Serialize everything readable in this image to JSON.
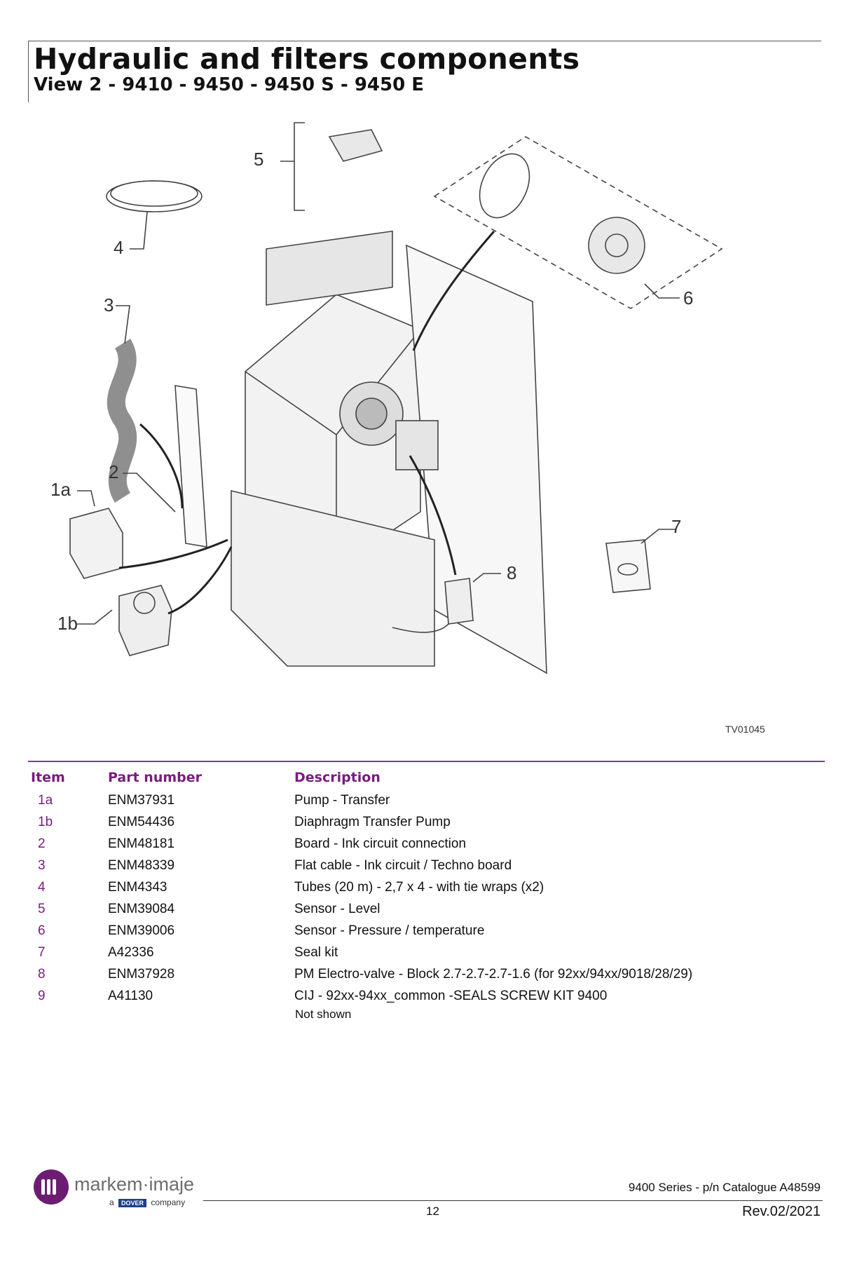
{
  "header": {
    "title": "Hydraulic and filters components",
    "subtitle": "View 2 - 9410 - 9450 - 9450 S - 9450 E"
  },
  "figure": {
    "reference": "TV01045",
    "callouts": [
      "1a",
      "1b",
      "2",
      "3",
      "4",
      "5",
      "6",
      "7",
      "8"
    ]
  },
  "table": {
    "headers": {
      "item": "Item",
      "part": "Part number",
      "desc": "Description"
    },
    "rows": [
      {
        "item": "1a",
        "part": "ENM37931",
        "desc": "Pump - Transfer"
      },
      {
        "item": "1b",
        "part": "ENM54436",
        "desc": "Diaphragm Transfer Pump"
      },
      {
        "item": "2",
        "part": "ENM48181",
        "desc": "Board - Ink circuit connection"
      },
      {
        "item": "3",
        "part": "ENM48339",
        "desc": "Flat cable - Ink circuit / Techno board"
      },
      {
        "item": "4",
        "part": "ENM4343",
        "desc": "Tubes (20 m) - 2,7 x 4 - with tie wraps (x2)"
      },
      {
        "item": "5",
        "part": "ENM39084",
        "desc": "Sensor - Level"
      },
      {
        "item": "6",
        "part": "ENM39006",
        "desc": "Sensor - Pressure / temperature"
      },
      {
        "item": "7",
        "part": "A42336",
        "desc": "Seal kit"
      },
      {
        "item": "8",
        "part": "ENM37928",
        "desc": "PM Electro-valve - Block 2.7-2.7-2.7-1.6 (for 92xx/94xx/9018/28/29)"
      },
      {
        "item": "9",
        "part": "A41130",
        "desc": "CIJ - 92xx-94xx_common -SEALS SCREW KIT 9400"
      }
    ],
    "note": "Not shown"
  },
  "footer": {
    "logo_text": "markem·imaje",
    "logo_tag_prefix": "a",
    "logo_tag_brand": "DOVER",
    "logo_tag_suffix": "company",
    "series": "9400 Series - p/n Catalogue A48599",
    "page": "12",
    "revision": "Rev.02/2021"
  }
}
